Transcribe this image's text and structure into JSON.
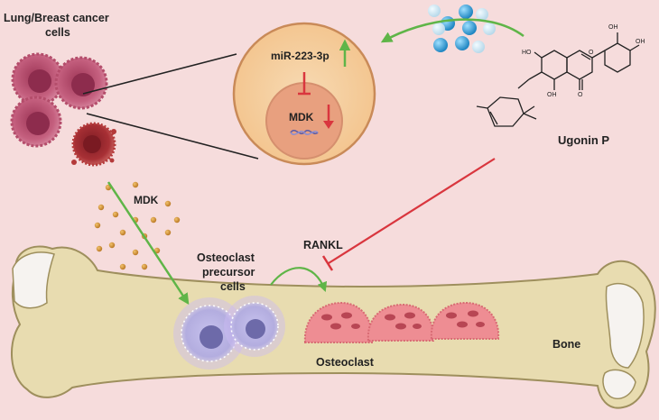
{
  "labels": {
    "cancer_cells_line1": "Lung/Breast cancer",
    "cancer_cells_line2": "cells",
    "mirna": "miR-223-3p",
    "mdk_inner": "MDK",
    "mdk_secreted": "MDK",
    "compound": "Ugonin P",
    "rankl": "RANKL",
    "precursor_line1": "Osteoclast",
    "precursor_line2": "precursor",
    "precursor_line3": "cells",
    "osteoclast": "Osteoclast",
    "bone": "Bone",
    "structure_oh_top1": "OH",
    "structure_oh_top2": "OH",
    "structure_ho": "HO",
    "structure_o_ring": "O",
    "structure_oh_bottom": "OH",
    "structure_o_carbonyl": "O"
  },
  "colors": {
    "background": "#f6dcdc",
    "bone": "#e8dcb0",
    "cell_body": "#f4c99a",
    "nucleus": "#e8a07f",
    "cancer_cell": "#b84d6e",
    "activation_arrow": "#5fb548",
    "inhibition": "#d9363e",
    "osteoclast": "#ee8d93",
    "precursor": "#a8a2d6",
    "nanoparticle": "#3aa6d8",
    "mdk_dots": "#d3963f"
  }
}
